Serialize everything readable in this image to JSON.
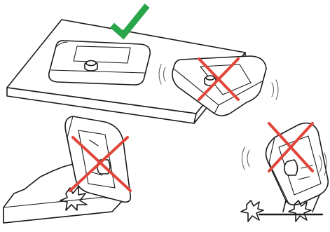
{
  "colors": {
    "ok": "#2aa64a",
    "wrong": "#e0463a",
    "line": "#1a1a1a",
    "background": "#ffffff"
  },
  "scenes": [
    {
      "id": "flat-on-table",
      "status": "correct",
      "icon": "check-icon"
    },
    {
      "id": "on-table-edge",
      "status": "incorrect",
      "icon": "cross-icon"
    },
    {
      "id": "leaning-on-slope",
      "status": "incorrect",
      "icon": "cross-icon"
    },
    {
      "id": "standing-upright",
      "status": "incorrect",
      "icon": "cross-icon"
    }
  ]
}
